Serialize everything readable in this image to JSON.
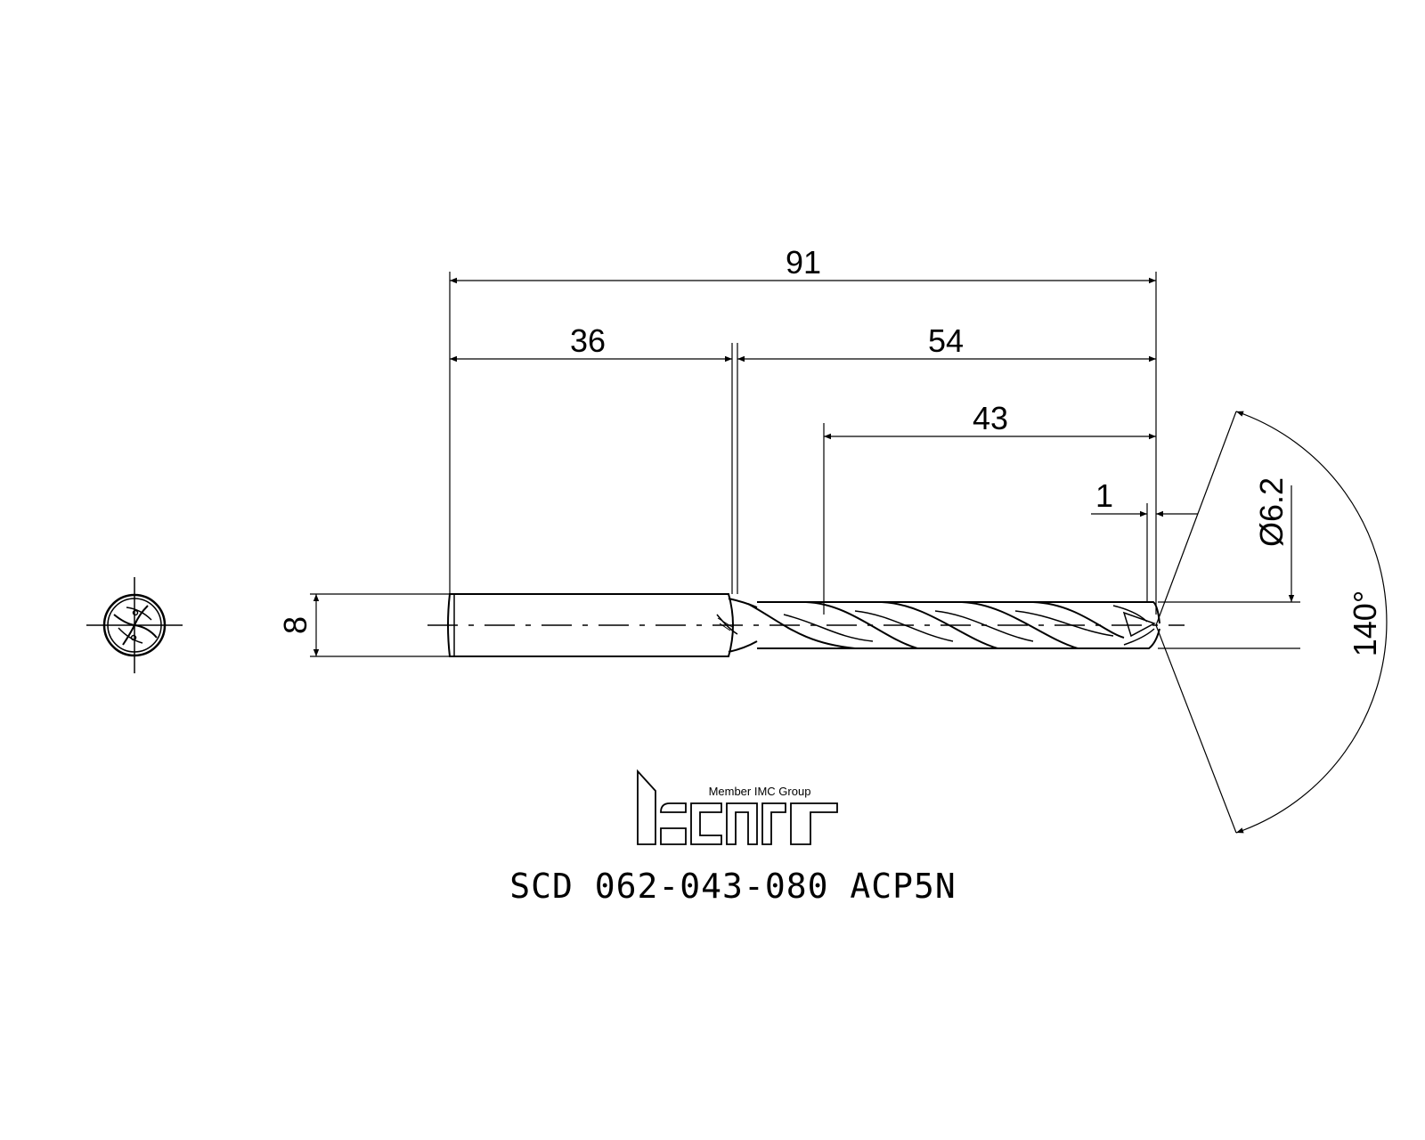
{
  "drawing": {
    "dimensions": {
      "overall_length": "91",
      "shank_length": "36",
      "body_length": "54",
      "flute_length": "43",
      "step_length": "1",
      "shank_diameter": "8",
      "drill_diameter": "Ø6.2",
      "point_angle": "140°"
    },
    "logo": {
      "brand": "iscar",
      "tagline": "Member IMC Group"
    },
    "part_number": "SCD 062-043-080 ACP5N"
  }
}
